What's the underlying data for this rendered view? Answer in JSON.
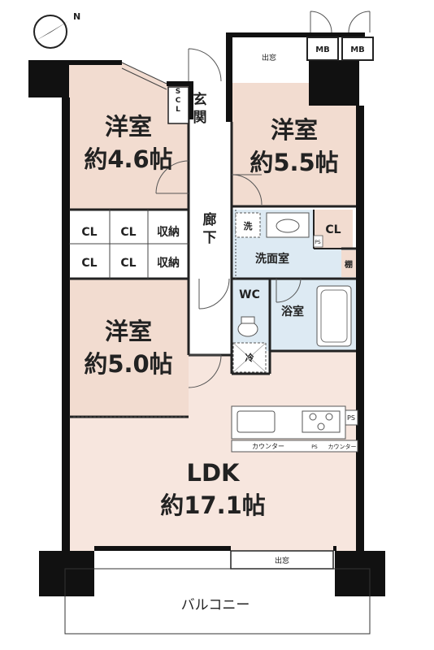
{
  "compass": {
    "label": "N"
  },
  "rooms": {
    "west_upper": {
      "name": "洋室",
      "size": "約4.6帖"
    },
    "east_upper": {
      "name": "洋室",
      "size": "約5.5帖"
    },
    "west_lower": {
      "name": "洋室",
      "size": "約5.0帖"
    },
    "ldk": {
      "name": "LDK",
      "size": "約17.1帖"
    }
  },
  "labels": {
    "entrance": "玄関",
    "corridor": "廊下",
    "washroom": "洗面室",
    "bath": "浴室",
    "wc": "WC",
    "shoe_closet": "SCL",
    "mb": "MB",
    "bay_window": "出窓",
    "closet": "CL",
    "storage": "収納",
    "shelf": "棚",
    "washer": "洗",
    "fridge": "冷",
    "pipe_space": "PS",
    "counter": "カウンター",
    "balcony": "バルコニー"
  }
}
